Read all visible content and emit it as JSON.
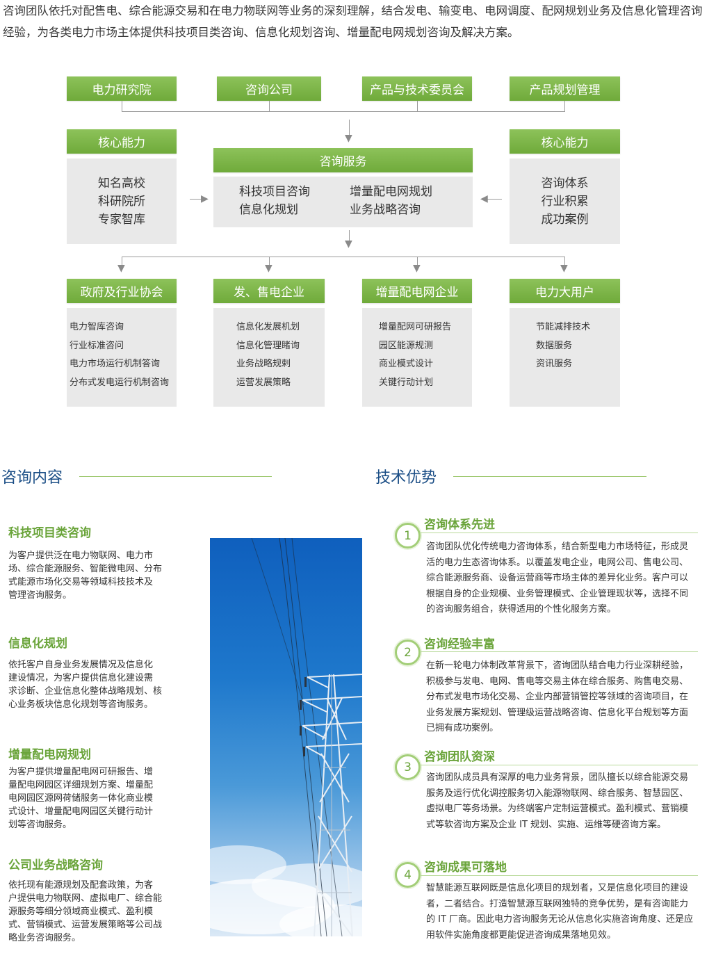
{
  "intro": "咨询团队依托对配售电、综合能源交易和在电力物联网等业务的深刻理解，结合发电、输变电、电网调度、配网规划业务及信息化管理咨询经验，为各类电力市场主体提供科技项目类咨询、信息化规划咨询、增量配电网规划咨询及解决方案。",
  "diagram": {
    "top": [
      "电力研究院",
      "咨询公司",
      "产品与技术委员会",
      "产品规划管理"
    ],
    "left": {
      "title": "核心能力",
      "items": [
        "知名高校",
        "科研院所",
        "专家智库"
      ]
    },
    "right": {
      "title": "核心能力",
      "items": [
        "咨询体系",
        "行业积累",
        "成功案例"
      ]
    },
    "center": {
      "title": "咨询服务",
      "col1": [
        "科技项目咨询",
        "信息化规划"
      ],
      "col2": [
        "增量配电网规划",
        "业务战略咨询"
      ]
    },
    "bottom": [
      {
        "title": "政府及行业协会",
        "items": [
          "电力智库咨询",
          "行业标准咨问",
          "电力市场运行机制答询",
          "分布式发电运行机制咨询"
        ]
      },
      {
        "title": "发、售电企业",
        "items": [
          "信息化发展机划",
          "信息化管理睹询",
          "业务战略规剌",
          "运营发展策略"
        ]
      },
      {
        "title": "增量配电网企业",
        "items": [
          "增量配网可研报告",
          "园区能源规测",
          "商业模式设计",
          "关键行动计划"
        ]
      },
      {
        "title": "电力大用户",
        "items": [
          "节能减排技术",
          "数据服务",
          "资讯服务"
        ]
      }
    ]
  },
  "content": {
    "title": "咨询内容",
    "items": [
      {
        "title": "科技项目类咨询",
        "lines": [
          "为客户提供泛在电力物联网、电力市",
          "场、综合能源服务、智能微电网、分布",
          "式能源市场化交易等领域科技技术及",
          "管理咨询服务。"
        ]
      },
      {
        "title": "信息化规划",
        "lines": [
          "依托客户自身业务发展情况及信息化",
          "建设情况，为客户提供信息化建设需",
          "求诊断、企业信息化整体战略规划、核",
          "心业务板块信息化规划等咨询服务。"
        ]
      },
      {
        "title": "增量配电网规划",
        "lines": [
          "为客户提供增量配电网可研报告、增",
          "量配电网园区详细规划方案、增量配",
          "电网园区源网荷储服务一体化商业模",
          "式设计、增量配电网园区关键行动计",
          "划等咨询服务。"
        ]
      },
      {
        "title": "公司业务战略咨询",
        "lines": [
          "依托现有能源规划及配套政策，为客",
          "户提供电力物联网、虚拟电厂、综合能",
          "源服务等细分领域商业模式、盈利模",
          "式、营销模式、运营发展策略等公司战",
          "略业务咨询服务。"
        ]
      }
    ]
  },
  "advantages": {
    "title": "技术优势",
    "items": [
      {
        "num": "1",
        "title": "咨询体系先进",
        "lines": [
          "咨询团队优化传统电力咨询体系，结合新型电力市场特征，形成灵",
          "活的电力生态咨询体系。以覆盖发电企业，电网公司、售电公司、",
          "综合能源服务商、设备运营商等市场主体的差异化业务。客户可以",
          "根据自身的企业规模、业务管理模式、企业管理现状等，选择不同",
          "的咨询服务组合，获得适用的个性化服务方案。"
        ]
      },
      {
        "num": "2",
        "title": "咨询经验丰富",
        "lines": [
          "在新一轮电力体制改革背景下，咨询团队结合电力行业深耕经验，",
          "积极参与发电、电网、售电等交易主体在综合服务、购售电交易、",
          "分布式发电市场化交易、企业内部营销管控等领域的咨询项目，在",
          "业务发展方案规划、管理级运营战略咨询、信息化平台规划等方面",
          "已拥有成功案例。"
        ]
      },
      {
        "num": "3",
        "title": "咨询团队资深",
        "lines": [
          "咨询团队成员具有深厚的电力业务背景，团队擅长以综合能源交易",
          "服务及运行优化调控服务切入能源物联网、综合服务、智慧园区、",
          "虚拟电厂等务场景。为终端客户定制运营模式。盈利模式、营销模",
          "式等软咨询方案及企业 IT 规划、实施、运维等硬咨询方案。"
        ]
      },
      {
        "num": "4",
        "title": "咨询成果可落地",
        "lines": [
          "智慧能源互联网既是信息化项目的规划者，又是信息化项目的建设",
          "者，二者结合。打造智慧源互联网独特的竞争优势，是有咨询能力",
          "的 IT 厂商。因此电力咨询服务无论从信息化实施咨询角度、还是应",
          "用软件实施角度都更能促进咨询成果落地见效。"
        ]
      }
    ]
  }
}
